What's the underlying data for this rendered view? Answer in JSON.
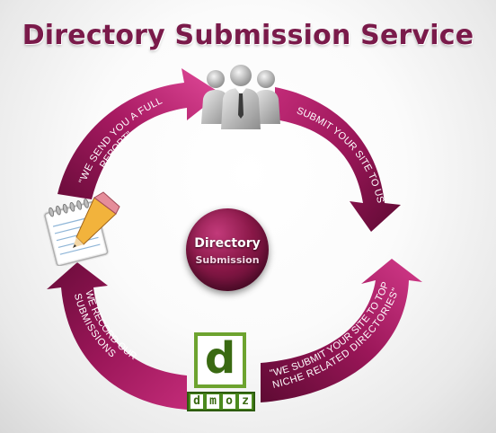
{
  "title": "Directory Submission Service",
  "center": {
    "line1": "Directory",
    "line2": "Submission"
  },
  "steps": [
    {
      "line1": "SUBMIT YOUR SITE TO US",
      "icon": "people-icon"
    },
    {
      "line1": "\"WE SUBMIT YOUR SITE TO TOP",
      "line2": "NICHE RELATED DIRECTORIES\"",
      "icon": "dmoz-logo"
    },
    {
      "line1": "WE RECORD OUR",
      "line2": "SUBMISSIONS",
      "icon": "notepad-icon"
    },
    {
      "line1": "\"WE SEND YOU A FULL",
      "line2": "REPORT\"",
      "icon": "notepad-icon"
    }
  ],
  "dmoz": {
    "big_letter": "d",
    "letters": [
      "d",
      "m",
      "o",
      "z"
    ]
  },
  "colors": {
    "arrow": "#a0185f",
    "arrow_dark": "#5e0a33",
    "title": "#7a1a4a",
    "dmoz_green": "#4b8a1e"
  }
}
